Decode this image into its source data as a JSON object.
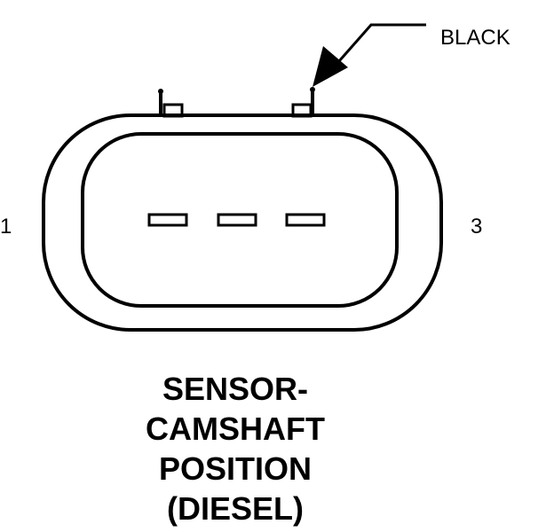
{
  "connector": {
    "pin_labels": [
      "1",
      "3"
    ],
    "wire_color_label": "BLACK",
    "caption_lines": [
      "SENSOR-",
      "CAMSHAFT",
      "POSITION",
      "(DIESEL)"
    ]
  }
}
